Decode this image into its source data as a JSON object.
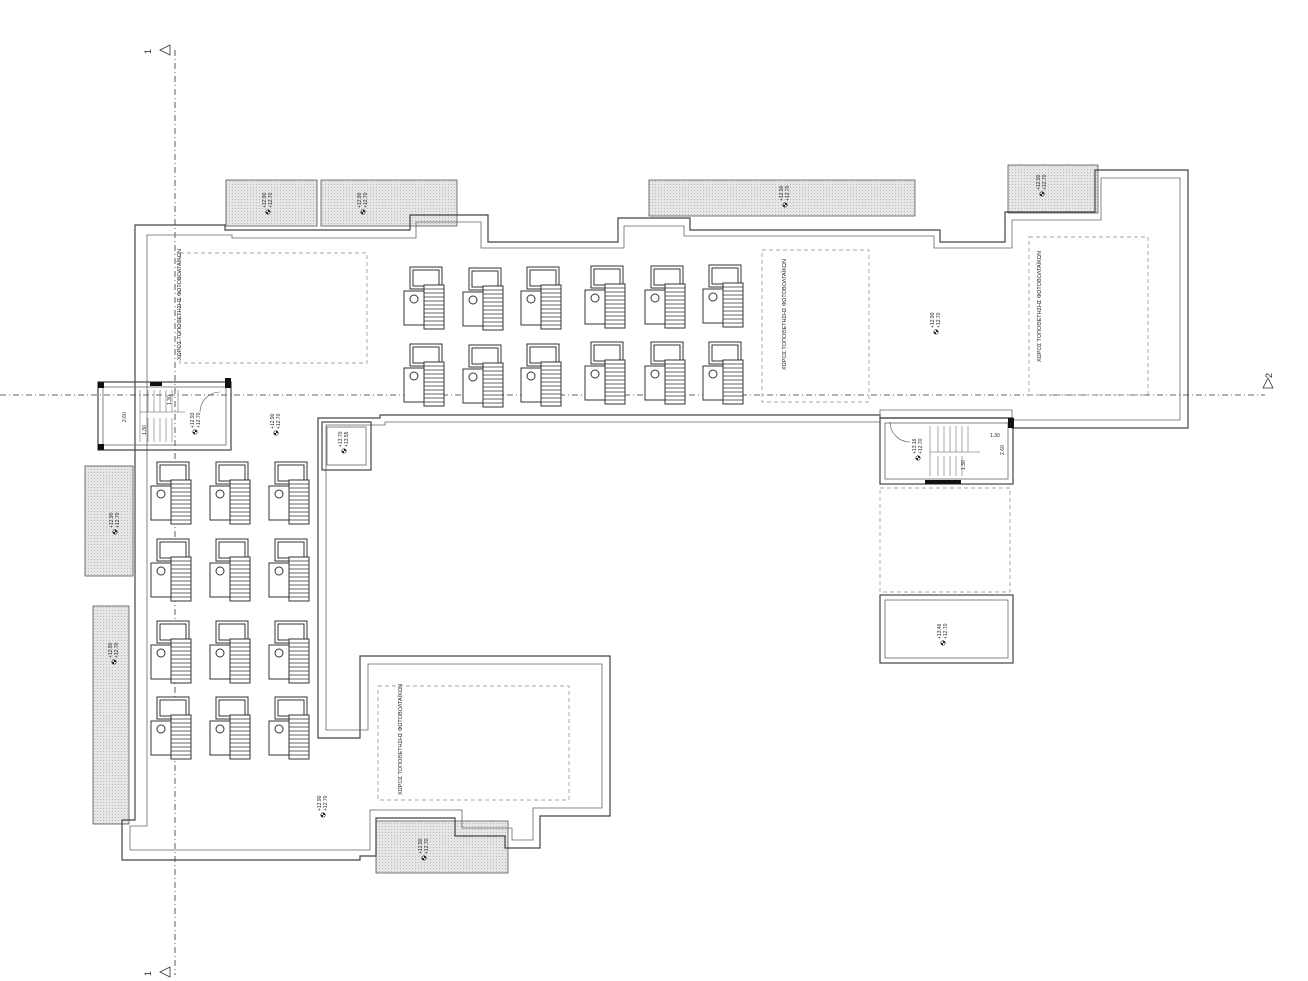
{
  "labels": {
    "pv_area": "ΧΩΡΟΣ ΤΟΠΟΘΕΤΗΣΗΣ ΦΩΤΟΒΟΛΤΑΪΚΩΝ",
    "section_1": "1",
    "section_2": "2"
  },
  "elevations": {
    "e_1290": "+12.90",
    "e_1270": "+12.70",
    "e_1293": "+12.93",
    "e_1370": "+13.70",
    "e_1355": "+13.55",
    "e_1316": "+13.16",
    "e_1346": "+13.46"
  },
  "dimensions": {
    "d_260": "2.60",
    "d_130": "1.30"
  },
  "colors": {
    "line": "#333333",
    "background": "#ffffff"
  }
}
